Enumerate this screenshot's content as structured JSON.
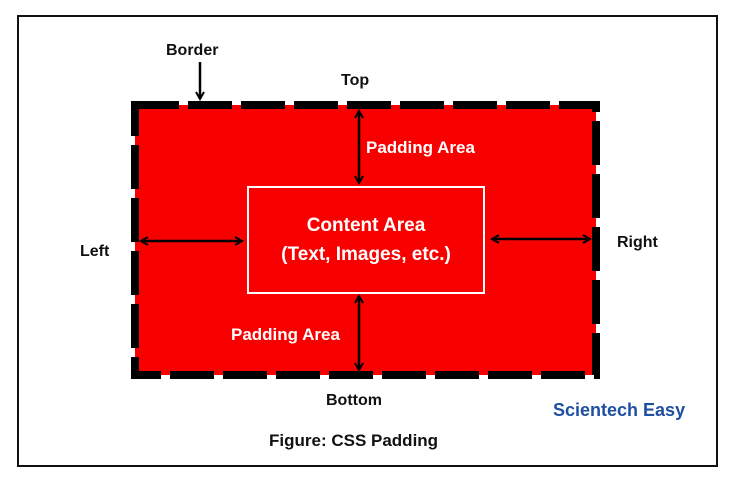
{
  "figure": {
    "caption": "Figure: CSS Padding",
    "watermark": "Scientech Easy",
    "labels": {
      "border": "Border",
      "top": "Top",
      "bottom": "Bottom",
      "left": "Left",
      "right": "Right",
      "padding_top": "Padding Area",
      "padding_bottom": "Padding Area",
      "content_line1": "Content Area",
      "content_line2": "(Text, Images, etc.)"
    },
    "colors": {
      "padding": "#f80000",
      "border": "#000000",
      "watermark": "#1f4fa0",
      "content_outline": "#ffffff"
    }
  }
}
